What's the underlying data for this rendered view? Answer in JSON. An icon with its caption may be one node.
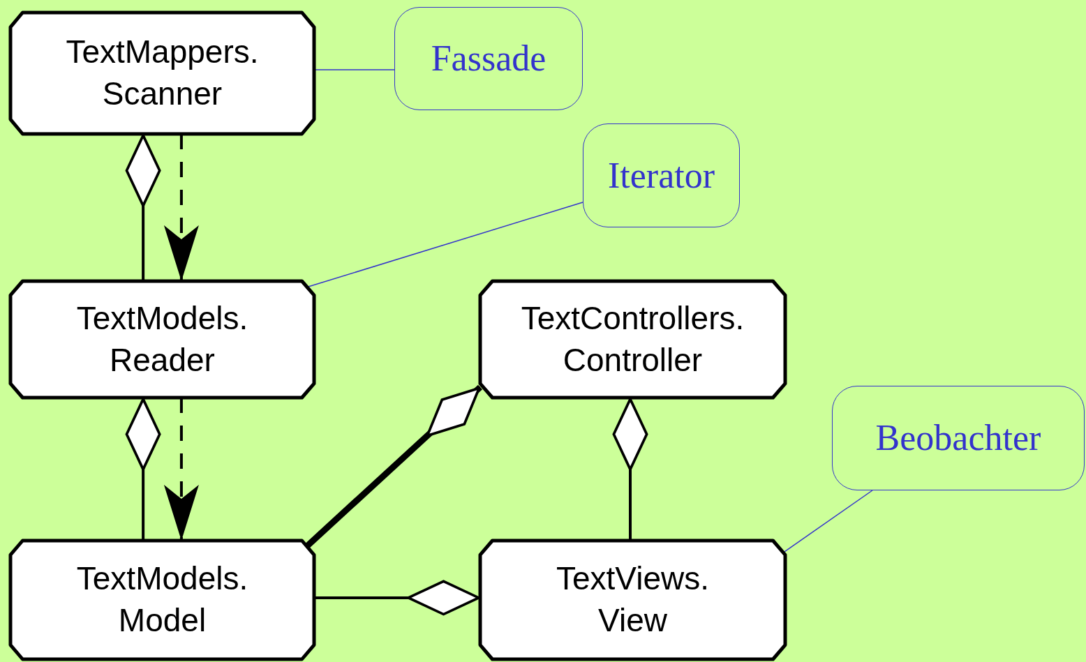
{
  "diagram": {
    "nodes": [
      {
        "text": [
          "TextMappers. Scanner"
        ]
      },
      {
        "text": [
          "Fassade"
        ]
      },
      {
        "text": [
          "TextModels. Reader"
        ]
      },
      {
        "text": [
          "Iterator"
        ]
      },
      {
        "text": [
          "TextControllers. Controller"
        ]
      },
      {
        "text": [
          "TextModels. Model"
        ]
      },
      {
        "text": [
          "TextViews. View"
        ]
      },
      {
        "text": [
          "Beobachter"
        ]
      }
    ],
    "edges": [
      {
        "from": 0,
        "to": 2,
        "arrow": "other"
      },
      {
        "from": 0,
        "to": 2,
        "arrow": "to",
        "style": "dashed"
      },
      {
        "from": 2,
        "to": 5,
        "arrow": "other"
      },
      {
        "from": 2,
        "to": 5,
        "arrow": "to",
        "style": "dashed"
      },
      {
        "from": 4,
        "to": 5,
        "arrow": "other",
        "style": "thick"
      },
      {
        "from": 4,
        "to": 6,
        "arrow": "other"
      },
      {
        "from": 6,
        "to": 5,
        "arrow": "other"
      },
      {
        "from": 1,
        "to": 0,
        "arrow": "none",
        "color": "#3333cc"
      },
      {
        "from": 3,
        "to": 2,
        "arrow": "none",
        "color": "#3333cc"
      },
      {
        "from": 7,
        "to": 6,
        "arrow": "none",
        "color": "#3333cc"
      }
    ]
  }
}
